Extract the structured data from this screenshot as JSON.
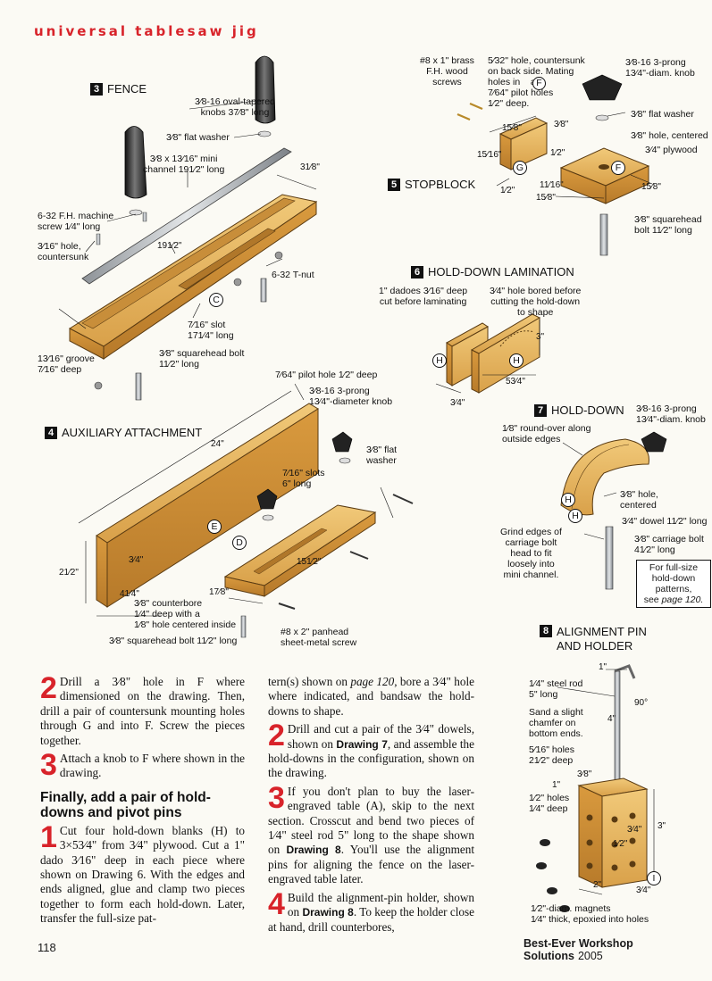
{
  "header": "universal tablesaw jig",
  "fence": {
    "num": "3",
    "title": "FENCE",
    "labels": {
      "knobs": "3⁄8-16 oval-tapered\nknobs 37⁄8\" long",
      "washer": "3⁄8\" flat washer",
      "channel": "3⁄8 x 13⁄16\" mini\nchannel 191⁄2\" long",
      "w318": "31⁄8\"",
      "screw": "6-32 F.H. machine\nscrew 1⁄4\" long",
      "hole": "3⁄16\" hole,\ncountersunk",
      "len": "191⁄2\"",
      "tnut": "6-32 T-nut",
      "c": "C",
      "slot": "7⁄16\" slot\n171⁄4\" long",
      "groove": "13⁄16\" groove\n7⁄16\" deep",
      "bolt": "3⁄8\" squarehead bolt\n11⁄2\" long"
    }
  },
  "aux": {
    "num": "4",
    "title": "AUXILIARY ATTACHMENT",
    "labels": {
      "pilot": "7⁄64\" pilot hole 1⁄2\" deep",
      "knob": "3⁄8-16 3-prong\n13⁄4\"-diameter knob",
      "washer": "3⁄8\" flat\nwasher",
      "len24": "24\"",
      "slots": "7⁄16\" slots\n6\" long",
      "e": "E",
      "d": "D",
      "l1512": "151⁄2\"",
      "h212": "21⁄2\"",
      "d34": "3⁄4\"",
      "w414": "41⁄4\"",
      "w178": "17⁄8\"",
      "counterbore": "3⁄8\" counterbore\n1⁄4\" deep with a\n1⁄8\" hole centered inside",
      "panhead": "#8 x 2\" panhead\nsheet-metal screw",
      "bolt": "3⁄8\" squarehead bolt 11⁄2\" long"
    }
  },
  "stopblock": {
    "num": "5",
    "title": "STOPBLOCK",
    "labels": {
      "brass": "#8 x 1\" brass\nF.H. wood\nscrews",
      "hole532": "5⁄32\" hole, countersunk\non back side. Mating\nholes in    are\n7⁄64\" pilot holes\n1⁄2\" deep.",
      "f": "F",
      "knob": "3⁄8-16 3-prong\n13⁄4\"-diam. knob",
      "d158": "15⁄8\"",
      "d38": "3⁄8\"",
      "washer": "3⁄8\" flat washer",
      "d1516": "15⁄16\"",
      "hole38": "3⁄8\" hole, centered",
      "ply": "3⁄4\" plywood",
      "g": "G",
      "d12": "1⁄2\"",
      "d12b": "1⁄2\"",
      "d1116": "11⁄16\"",
      "d158b": "15⁄8\"",
      "d158c": "15⁄8\"",
      "bolt": "3⁄8\" squarehead\nbolt 11⁄2\" long"
    }
  },
  "lamination": {
    "num": "6",
    "title": "HOLD-DOWN LAMINATION",
    "labels": {
      "dadoes": "1\" dadoes 3⁄16\" deep\ncut before laminating",
      "bored": "3⁄4\" hole bored before\ncutting the hold-down\nto shape",
      "h": "H",
      "d3": "3\"",
      "d534": "53⁄4\"",
      "d34": "3⁄4\""
    }
  },
  "holddown": {
    "num": "7",
    "title": "HOLD-DOWN",
    "labels": {
      "knob": "3⁄8-16 3-prong\n13⁄4\"-diam. knob",
      "roundover": "1⁄8\" round-over along\noutside edges",
      "hole": "3⁄8\" hole,\ncentered",
      "dowel": "3⁄4\" dowel 11⁄2\" long",
      "grind": "Grind edges of\ncarriage bolt\nhead to fit\nloosely into\nmini channel.",
      "carriage": "3⁄8\" carriage bolt\n41⁄2\" long",
      "h": "H"
    },
    "note_text": "For full-size\nhold-down\npatterns,\nsee",
    "note_page": "page 120."
  },
  "alignment": {
    "num": "8",
    "title": "ALIGNMENT PIN\nAND HOLDER",
    "labels": {
      "d1": "1\"",
      "rod": "1⁄4\" steel rod\n5\" long",
      "deg": "90°",
      "sand": "Sand a slight\nchamfer on\nbottom ends.",
      "d4": "4\"",
      "holes516": "5⁄16\" holes\n21⁄2\" deep",
      "d38a": "3⁄8\"",
      "holes12": "1⁄2\" holes\n1⁄4\" deep",
      "d34a": "3⁄4\"",
      "d112": "1⁄2\"",
      "d3": "3\"",
      "d2": "2\"",
      "d34b": "3⁄4\"",
      "i": "I",
      "magnets": "1⁄2\"-diam. magnets\n1⁄4\" thick, epoxied into holes"
    }
  },
  "text": {
    "c1_step2_num": "2",
    "c1_step2": "Drill a 3⁄8\" hole in F where dimensioned on the drawing. Then, drill a pair of countersunk mounting holes through G and into F. Screw the pieces together.",
    "c1_step3_num": "3",
    "c1_step3": "Attach a knob to F where shown in the drawing.",
    "c1_heading": "Finally, add a pair of hold-downs and pivot pins",
    "c1_step1_num": "1",
    "c1_step1": "Cut four hold-down blanks (H) to 3×53⁄4\" from 3⁄4\" plywood. Cut a 1\" dado 3⁄16\" deep in each piece where shown on Drawing 6. With the edges and ends aligned, glue and clamp two pieces together to form each hold-down. Later, transfer the full-size pat-",
    "c2_intro_a": "tern(s) shown on ",
    "c2_intro_page": "page 120",
    "c2_intro_b": ", bore a 3⁄4\" hole where indicated, and bandsaw the hold-downs to shape.",
    "c2_step2_num": "2",
    "c2_step2_a": "Drill and cut a pair of the 3⁄4\" dowels, shown on ",
    "c2_step2_draw": "Drawing 7",
    "c2_step2_b": ", and assemble the hold-downs in the configuration, shown on the drawing.",
    "c2_step3_num": "3",
    "c2_step3_a": "If you don't plan to buy the laser-engraved table (A), skip to the next section. Crosscut and bend two pieces of 1⁄4\" steel rod 5\" long to the shape shown on ",
    "c2_step3_draw": "Drawing 8",
    "c2_step3_b": ". You'll use the alignment pins for aligning the fence on the laser-engraved table later.",
    "c2_step4_num": "4",
    "c2_step4_a": "Build the alignment-pin holder, shown on ",
    "c2_step4_draw": "Drawing 8",
    "c2_step4_b": ". To keep the holder close at hand, drill counterbores,"
  },
  "footer": {
    "page": "118",
    "title": "Best-Ever Workshop Solutions",
    "year": "2005"
  },
  "colors": {
    "accent_red": "#d8232a",
    "wood": "#e6b45c",
    "wood_dark": "#b9822f",
    "metal": "#b8bcc0",
    "knob": "#2a2a2a"
  }
}
